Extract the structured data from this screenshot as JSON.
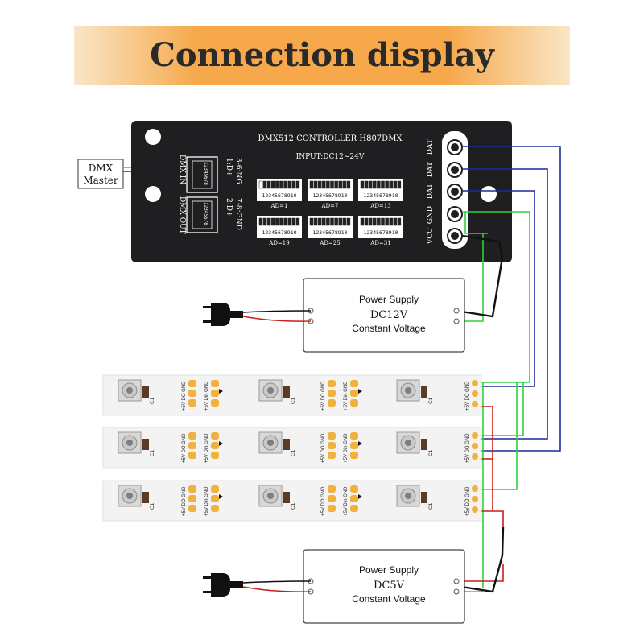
{
  "banner": {
    "title": "Connection display"
  },
  "master": {
    "line1": "DMX",
    "line2": "Master"
  },
  "controller": {
    "title": "DMX512  CONTROLLER  H807DMX",
    "input": "INPUT:DC12~24V",
    "port_in": "DMX  IN",
    "port_out": "DMX  OUT",
    "port_labels_top": [
      "1:D+",
      "3-6:NG"
    ],
    "port_labels_bottom": [
      "2:D+",
      "7-8:GND"
    ],
    "rj45_text": "12345678",
    "dip_text": "12345678910",
    "dip_switches": [
      "AD=1",
      "AD=7",
      "AD=13",
      "AD=19",
      "AD=25",
      "AD=31"
    ],
    "terminals": [
      "DAT",
      "DAT",
      "DAT",
      "GND",
      "VCC"
    ]
  },
  "supply_12v": {
    "line1": "Power Supply",
    "line2": "DC12V",
    "line3": "Constant Voltage"
  },
  "supply_5v": {
    "line1": "Power Supply",
    "line2": "DC5V",
    "line3": "Constant Voltage"
  },
  "strip_labels": {
    "pads": [
      "+5V",
      "DO",
      "GND"
    ],
    "pads_in": [
      "+5V",
      "Din",
      "GND"
    ],
    "cap": "C1",
    "end": [
      "GND",
      "DO",
      "+5V"
    ]
  },
  "colors": {
    "banner": "#f6a84a",
    "controller": "#1f1f21",
    "data_wire": "#1f2a9a",
    "gnd_wire": "#2bd23a",
    "vcc_wire": "#c81e1e",
    "pad": "#f0b23c"
  }
}
